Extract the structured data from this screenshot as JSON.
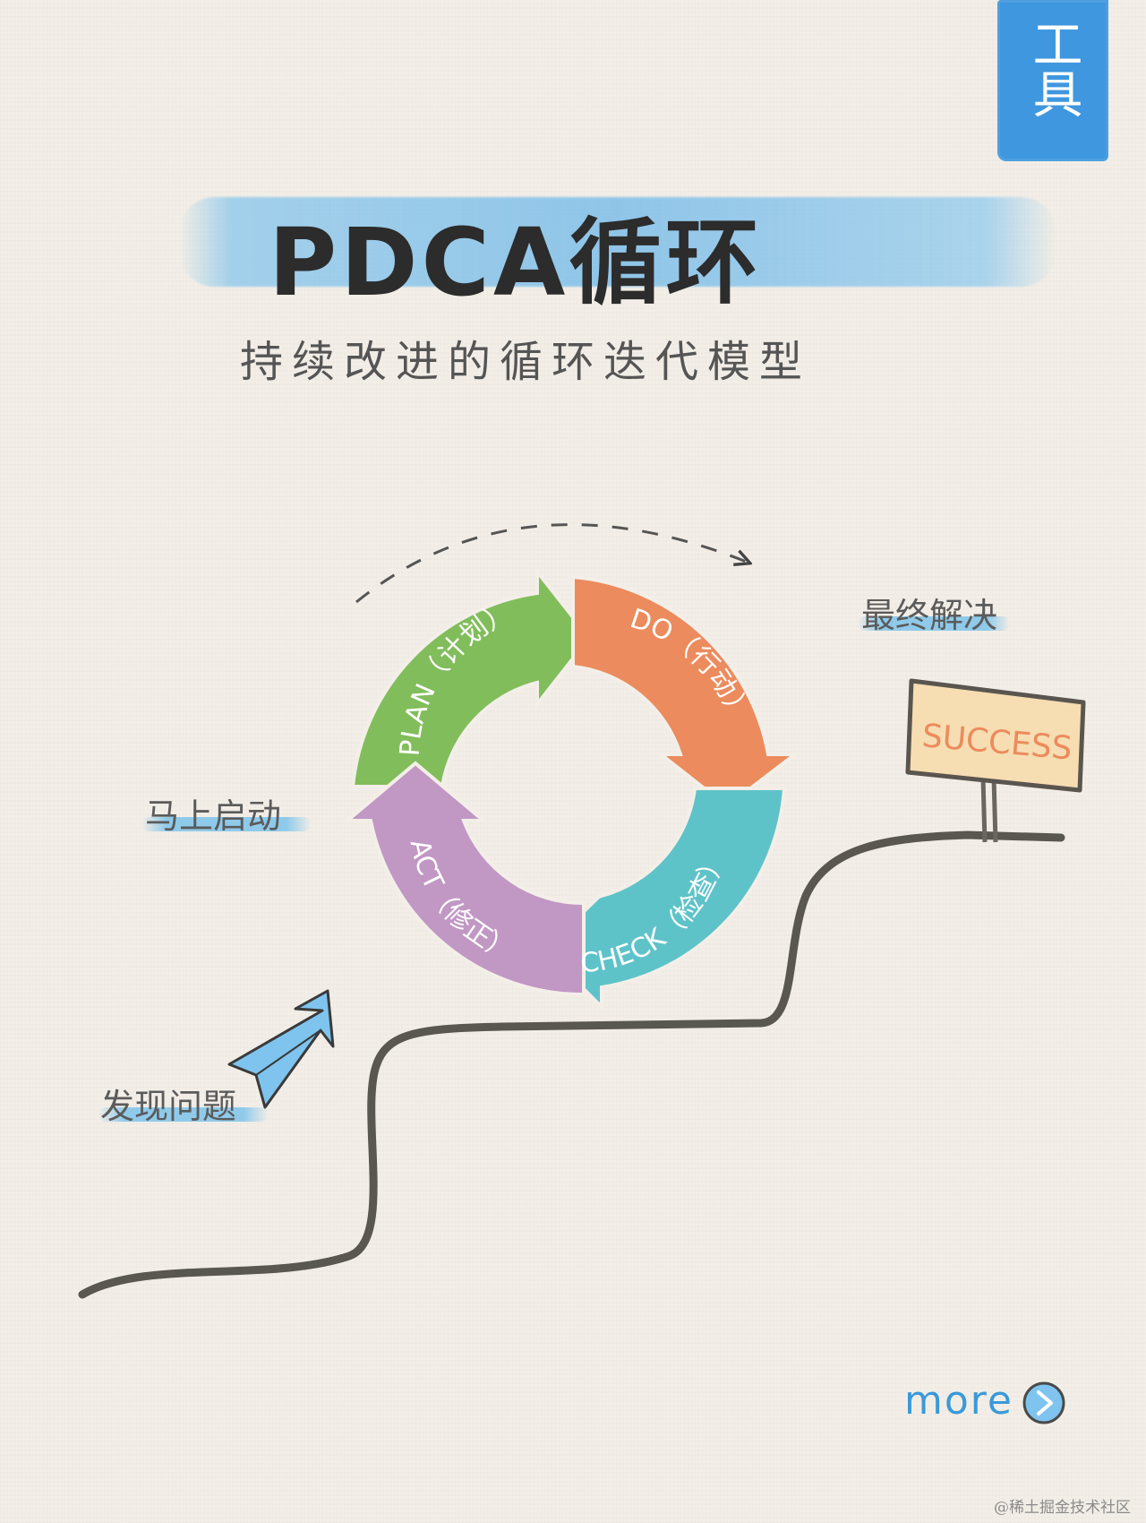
{
  "tag": {
    "text": "工具",
    "color": "#3f97df"
  },
  "title": "PDCA循环",
  "subtitle": "持续改进的循环迭代模型",
  "cycle": {
    "plan": {
      "label": "PLAN（计划）",
      "color": "#82bd5c"
    },
    "do": {
      "label": "DO（行动）",
      "color": "#ec8b5d"
    },
    "check": {
      "label": "CHECK（检查）",
      "color": "#5ec3c9"
    },
    "act": {
      "label": "ACT（修正）",
      "color": "#c197c4"
    }
  },
  "labels": {
    "start": "马上启动",
    "discover": "发现问题",
    "final": "最终解决"
  },
  "sign": {
    "text": "SUCCESS"
  },
  "more": {
    "text": "more"
  },
  "watermark": "@稀土掘金技术社区",
  "accent_color": "#3a9ad8"
}
